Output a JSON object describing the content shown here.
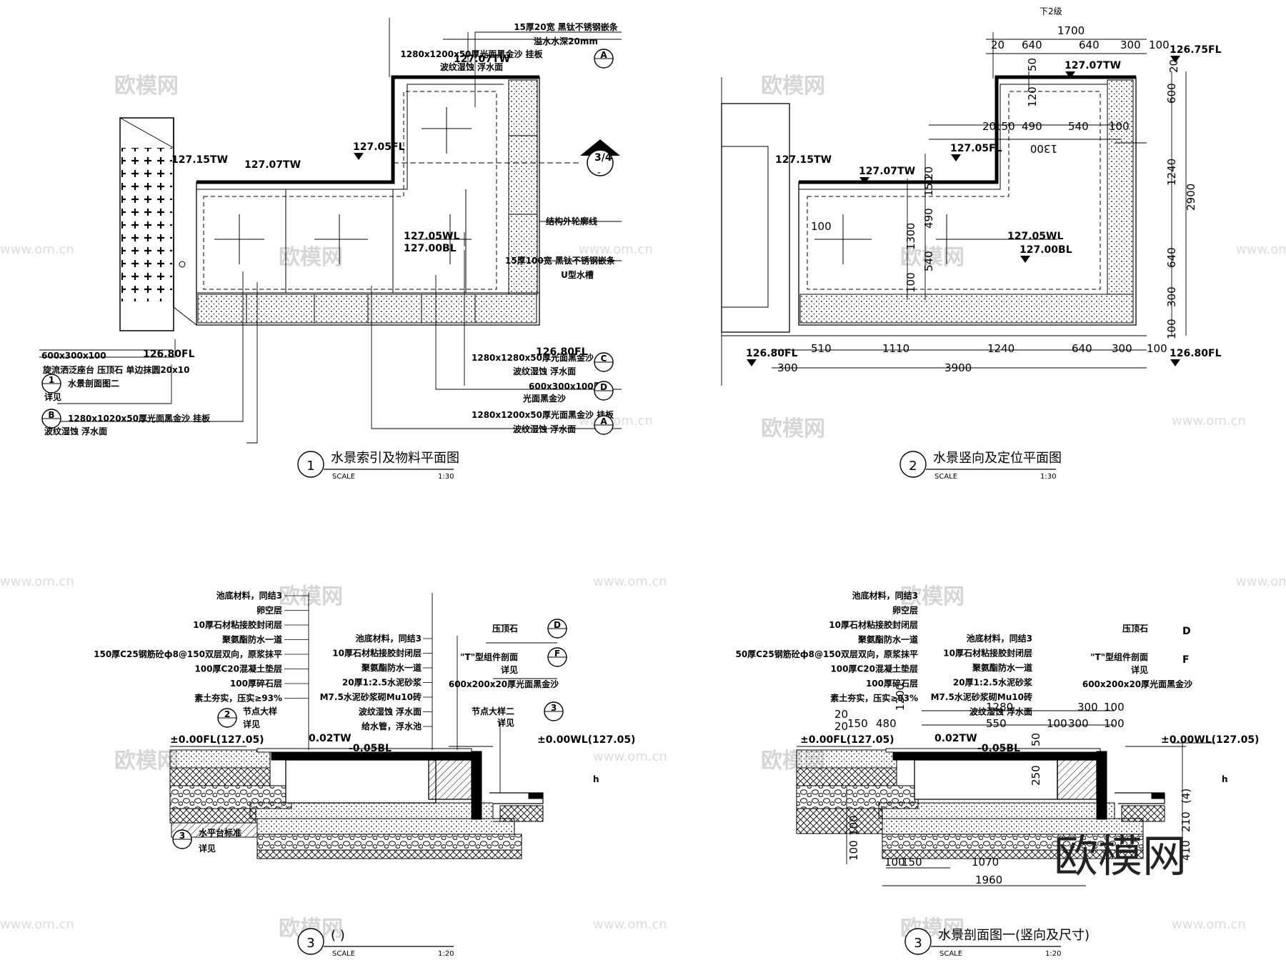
{
  "watermarks": {
    "logo": "欧模网",
    "url": "www.om.cn"
  },
  "brand_logo": "欧模网",
  "title_blocks": [
    {
      "num": "1",
      "title": "水景索引及物料平面图",
      "scale_label": "SCALE",
      "scale": "1:30"
    },
    {
      "num": "2",
      "title": "水景竖向及定位平面图",
      "scale_label": "SCALE",
      "scale": "1:30"
    },
    {
      "num": "3",
      "title": "(                    )",
      "scale_label": "SCALE",
      "scale": "1:20"
    },
    {
      "num": "3",
      "title": "水景剖面图一(竖向及尺寸)",
      "scale_label": "SCALE",
      "scale": "1:20"
    }
  ],
  "plan1": {
    "levels": [
      "127.07TW",
      "127.15TW",
      "127.07TW",
      "127.05FL",
      "127.05WL",
      "127.00BL",
      "126.80FL",
      "126.80FL"
    ],
    "section_mark": {
      "top": "3/4",
      "bottom": "-"
    },
    "notes": [
      {
        "text": "15厚20宽 黑钛不锈钢嵌条",
        "tag": ""
      },
      {
        "text": "溢水水深20mm",
        "tag": ""
      },
      {
        "text": "1280x1200x50厚光面黑金沙 挂板",
        "tag": "A"
      },
      {
        "text": "波纹湿蚀 浮水面",
        "tag": ""
      },
      {
        "text": "结构外轮廓线",
        "tag": ""
      },
      {
        "text": "15厚100宽 黑钛不锈钢嵌条",
        "tag": ""
      },
      {
        "text": "U型水槽",
        "tag": ""
      },
      {
        "text": "1280x1280x50厚光面黑金沙",
        "tag": "C"
      },
      {
        "text": "波纹湿蚀 浮水面",
        "tag": ""
      },
      {
        "text": "600x300x100厚",
        "tag": "D"
      },
      {
        "text": "光面黑金沙",
        "tag": ""
      },
      {
        "text": "1280x1200x50厚光面黑金沙 挂板",
        "tag": "A"
      },
      {
        "text": "波纹湿蚀 浮水面",
        "tag": ""
      }
    ],
    "left_notes": [
      {
        "text": "600x300x100",
        "tag": ""
      },
      {
        "text": "旋流洒泛座台 压顶石 单边抹圆20x10",
        "tag": ""
      },
      {
        "text": "水景剖面图二",
        "tag": "1"
      },
      {
        "text": "详见",
        "tag": ""
      },
      {
        "text": "1280x1020x50厚光面黑金沙 挂板",
        "tag": "B"
      },
      {
        "text": "波纹湿蚀 浮水面",
        "tag": ""
      }
    ]
  },
  "plan2": {
    "top_label": "下2级",
    "top_dims": [
      "20",
      "640",
      "640",
      "300",
      "100"
    ],
    "top_total": "1700",
    "mid_dims": [
      "20",
      "150",
      "490",
      "540",
      "100"
    ],
    "mid_total": "1300",
    "right_dims": [
      "20",
      "600",
      "1240",
      "640",
      "300",
      "100"
    ],
    "right_total": "2900",
    "vert_dims": [
      "20",
      "150",
      "490",
      "1300",
      "540",
      "100"
    ],
    "left_small": [
      "50",
      "120"
    ],
    "bottom_dims": [
      "510",
      "1110",
      "1240",
      "640",
      "300",
      "100"
    ],
    "bottom_total": "3900",
    "bottom_left": "300",
    "levels": [
      "127.07TW",
      "127.15TW",
      "127.07TW",
      "127.05FL",
      "127.05WL",
      "127.00BL",
      "126.75FL",
      "126.80FL",
      "126.80FL"
    ],
    "left_dim": "100"
  },
  "section3": {
    "layers_left": [
      "池底材料，同结3",
      "卵空层",
      "10厚石材粘接胶封闭层",
      "聚氨酯防水一道",
      "150厚C25钢筋砼ф8@150双层双向，原浆抹平",
      "100厚C20混凝土垫层",
      "100厚碎石层",
      "素土夯实，压实≥93%"
    ],
    "layers_mid": [
      "池底材料，同结3",
      "10厚石材粘接胶封闭层",
      "聚氨酯防水一道",
      "20厚1:2.5水泥砂浆",
      "M7.5水泥砂浆砌Mu10砖",
      "波纹湿蚀 浮水面",
      "给水管，浮水池"
    ],
    "right_notes": [
      {
        "text": "压顶石",
        "tag": "D"
      },
      {
        "text": "\"T\"型组件剖面",
        "tag": "F"
      },
      {
        "text": "详见",
        "tag": ""
      },
      {
        "text": "600x200x20厚光面黑金沙",
        "tag": ""
      },
      {
        "text": "节点大样二",
        "tag": "3"
      },
      {
        "text": "详见",
        "tag": ""
      }
    ],
    "node_left": {
      "text": "节点大样",
      "tag": "2",
      "sub": "详见"
    },
    "node_bottom": {
      "text": "水平台标准",
      "tag": "3",
      "sub": "详见"
    },
    "levels": [
      "±0.00FL(127.05)",
      "0.02TW",
      "-0.05BL",
      "±0.00WL(127.05)"
    ],
    "h": "h"
  },
  "section4": {
    "layers_left": [
      "池底材料，同结3",
      "卵空层",
      "10厚石材粘接胶封闭层",
      "聚氨酯防水一道",
      "50厚C25钢筋砼ф8@150双层双向，原浆抹平",
      "100厚C20混凝土垫层",
      "100厚碎石层",
      "素土夯实，压实≥93%"
    ],
    "layers_mid": [
      "池底材料，同结3",
      "10厚石材粘接胶封闭层",
      "聚氨酯防水一道",
      "20厚1:2.5水泥砂浆",
      "M7.5水泥砂浆砌Mu10砖",
      "波纹湿蚀 浮水面"
    ],
    "right_notes": [
      {
        "text": "压顶石",
        "tag": "D"
      },
      {
        "text": "\"T\"型组件剖面",
        "tag": "F"
      },
      {
        "text": "详见",
        "tag": ""
      },
      {
        "text": "600x200x20厚光面黑金沙",
        "tag": ""
      }
    ],
    "levels": [
      "±0.00FL(127.05)",
      "0.02TW",
      "-0.05BL",
      "±0.00WL(127.05)"
    ],
    "top_dims": [
      "20",
      "20",
      "150",
      "480",
      "1280",
      "550",
      "100",
      "300",
      "100"
    ],
    "right_top": [
      "300",
      "100"
    ],
    "vert": [
      "250",
      "50",
      "210",
      "410",
      "(4)",
      "1200"
    ],
    "bottom_dims": [
      "100",
      "150",
      "1070"
    ],
    "bottom_total": "1960",
    "left_vert": [
      "100",
      "100"
    ],
    "h": "h"
  }
}
